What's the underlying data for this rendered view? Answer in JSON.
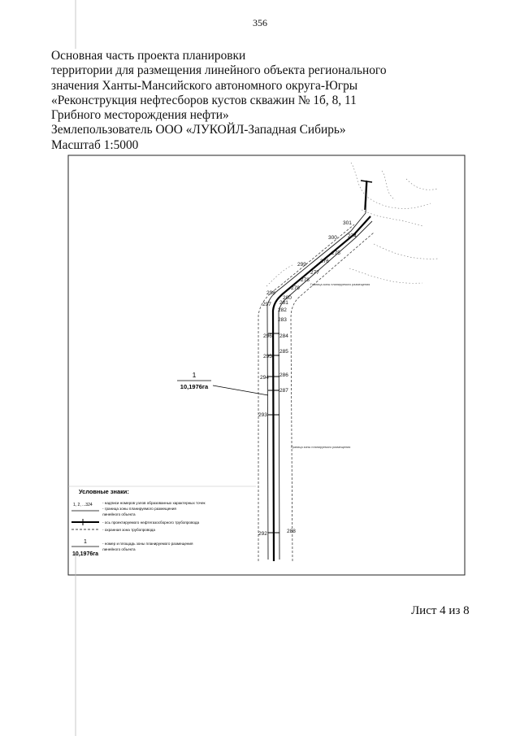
{
  "page_number": "356",
  "header_lines": [
    "Основная часть проекта планировки",
    "территории для размещения линейного объекта регионального",
    "значения Ханты-Мансийского автономного округа-Югры",
    "«Реконструкция нефтесборов кустов скважин № 1б, 8, 11",
    "Грибного месторождения нефти»",
    "Землепользователь ООО «ЛУКОЙЛ-Западная Сибирь»",
    "Масштаб 1:5000"
  ],
  "map": {
    "zone_label_number": "1",
    "zone_label_area": "10,1976га",
    "point_labels": [
      "301",
      "300",
      "274",
      "275",
      "299",
      "276",
      "277",
      "298",
      "278",
      "279",
      "280",
      "297",
      "281",
      "282",
      "283",
      "296",
      "284",
      "295",
      "285",
      "294",
      "286",
      "287",
      "293",
      "292",
      "288"
    ],
    "small_notes": [
      "Граница зоны планируемого размещения",
      "Граница зоны планируемого размещения"
    ]
  },
  "legend": {
    "title": "Условные знаки:",
    "items": [
      {
        "symbol": "1, 2, ...324",
        "lines": [
          "- надписи номеров узлов образованных характерных точек",
          "- граница зоны планируемого размещения",
          "линейного объекта"
        ]
      },
      {
        "symbol": "",
        "lines": [
          "- ось проектируемого нефтегазосборного трубопровода"
        ]
      },
      {
        "symbol": "",
        "lines": [
          "- охранная зона трубопровода"
        ]
      },
      {
        "symbol_number": "1",
        "symbol_area": "10,1976га",
        "lines": [
          "- номер и площадь зоны планируемого размещения",
          "линейного объекта"
        ]
      }
    ]
  },
  "sheet": "Лист 4 из 8"
}
